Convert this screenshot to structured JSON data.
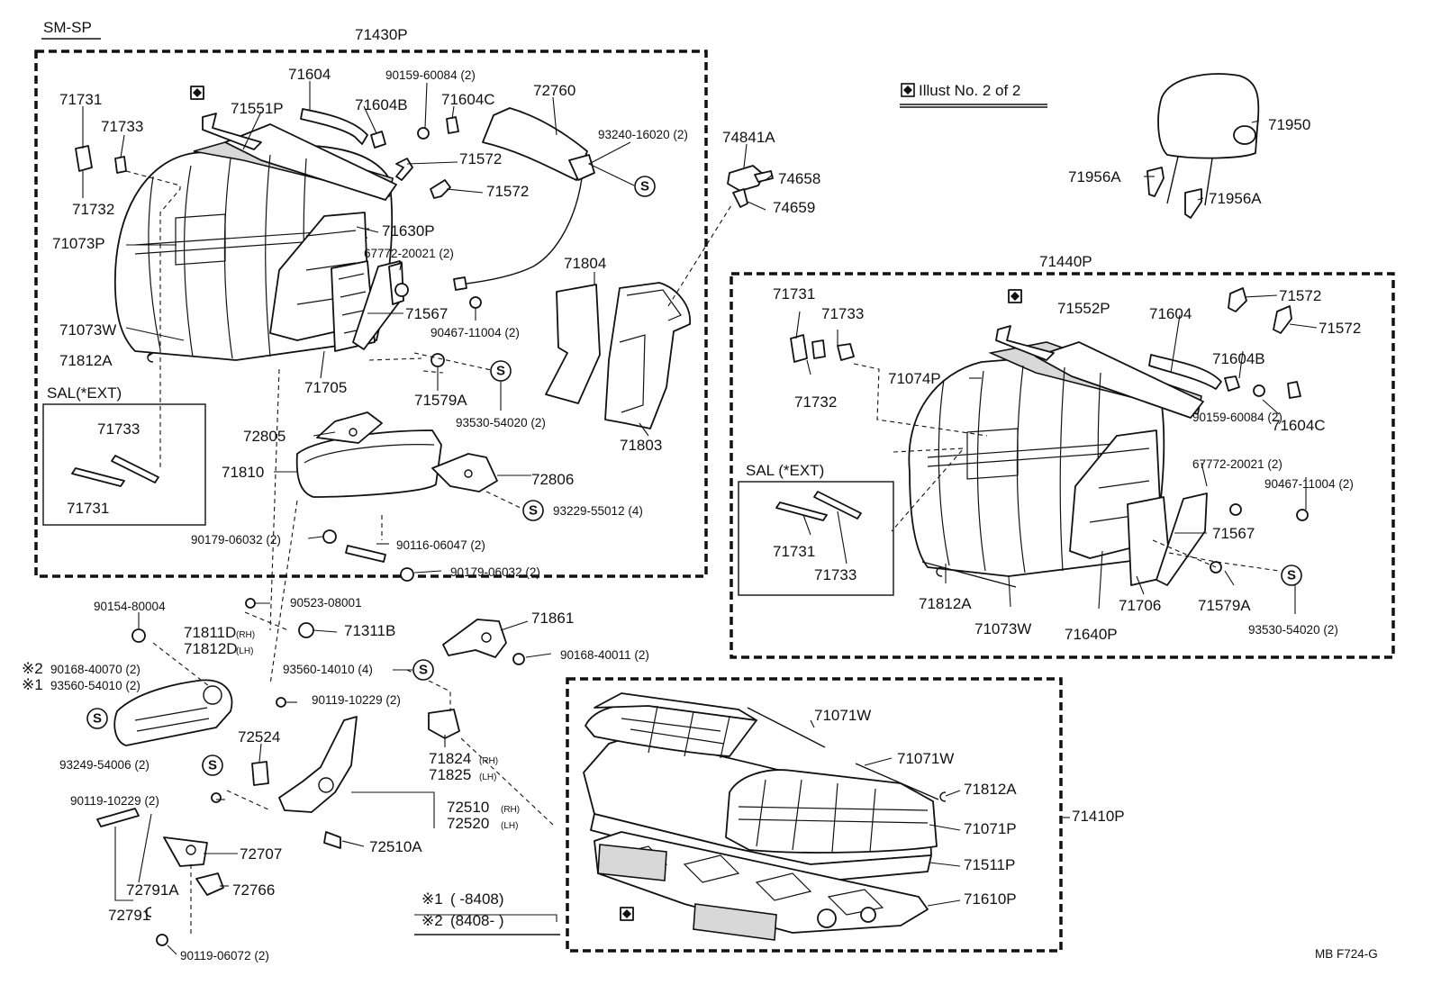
{
  "header": {
    "model": "SM-SP"
  },
  "illust_note": "Illust No. 2 of 2",
  "footer_code": "MB  F724-G",
  "symbol_s": "S",
  "notes": [
    {
      "mark": "※1",
      "range": "(      -8408)"
    },
    {
      "mark": "※2",
      "range": "(8408-       )"
    }
  ],
  "labels": {
    "a1": "71430P",
    "a2": "71731",
    "a3": "71733",
    "a4": "71732",
    "a5": "71551P",
    "a6": "71604",
    "a7": "90159-60084 (2)",
    "a8": "71604B",
    "a9": "71604C",
    "a10": "72760",
    "a11": "71572",
    "a12": "71572",
    "a13": "93240-16020 (2)",
    "a14": "74841A",
    "a15": "74658",
    "a16": "74659",
    "a17": "71073P",
    "a18": "71630P",
    "a19": "67772-20021 (2)",
    "a20": "71804",
    "a21": "71567",
    "a22": "90467-11004 (2)",
    "a23": "71073W",
    "a24": "71812A",
    "a25": "71705",
    "a26": "71579A",
    "a27": "93530-54020 (2)",
    "a28": "71803",
    "a29": "SAL(*EXT)",
    "a30": "71733",
    "a31": "71731",
    "a32": "72805",
    "a33": "71810",
    "a34": "72806",
    "a35": "93229-55012 (4)",
    "a36": "90179-06032 (2)",
    "a37": "90116-06047 (2)",
    "a38": "90179-06032 (2)",
    "a39": "90523-08001",
    "a40": "90154-80004",
    "a41": "71311B",
    "a42": "71811D",
    "a43": "71812D",
    "a44": "90168-40070 (2)",
    "a45": "93560-54010 (2)",
    "a46": "71861",
    "a47": "90168-40011 (2)",
    "a48": "93560-14010 (4)",
    "a49": "90119-10229 (2)",
    "a50": "72524",
    "a51": "93249-54006 (2)",
    "a52": "90119-10229 (2)",
    "a53": "71824",
    "a54": "71825",
    "a55": "72510",
    "a56": "72520",
    "a57": "72510A",
    "a58": "72707",
    "a59": "72791A",
    "a60": "72766",
    "a61": "72791",
    "a62": "90119-06072 (2)",
    "a63": "71950",
    "a64": "71956A",
    "a65": "71956A",
    "a66": "71440P",
    "a67": "71731",
    "a68": "71733",
    "a69": "71552P",
    "a70": "71604",
    "a71": "71572",
    "a72": "71572",
    "a73": "71604B",
    "a74": "71074P",
    "a75": "71732",
    "a76": "90159-60084 (2)",
    "a77": "71604C",
    "a78": "67772-20021 (2)",
    "a79": "SAL (*EXT)",
    "a80": "90467-11004 (2)",
    "a81": "71567",
    "a82": "71731",
    "a83": "71733",
    "a84": "71812A",
    "a85": "71073W",
    "a86": "71640P",
    "a87": "71706",
    "a88": "71579A",
    "a89": "93530-54020 (2)",
    "a90": "71071W",
    "a91": "71071W",
    "a92": "71812A",
    "a93": "71410P",
    "a94": "71071P",
    "a95": "71511P",
    "a96": "71610P"
  },
  "side_marks": {
    "rh": "(RH)",
    "lh": "(LH)"
  }
}
